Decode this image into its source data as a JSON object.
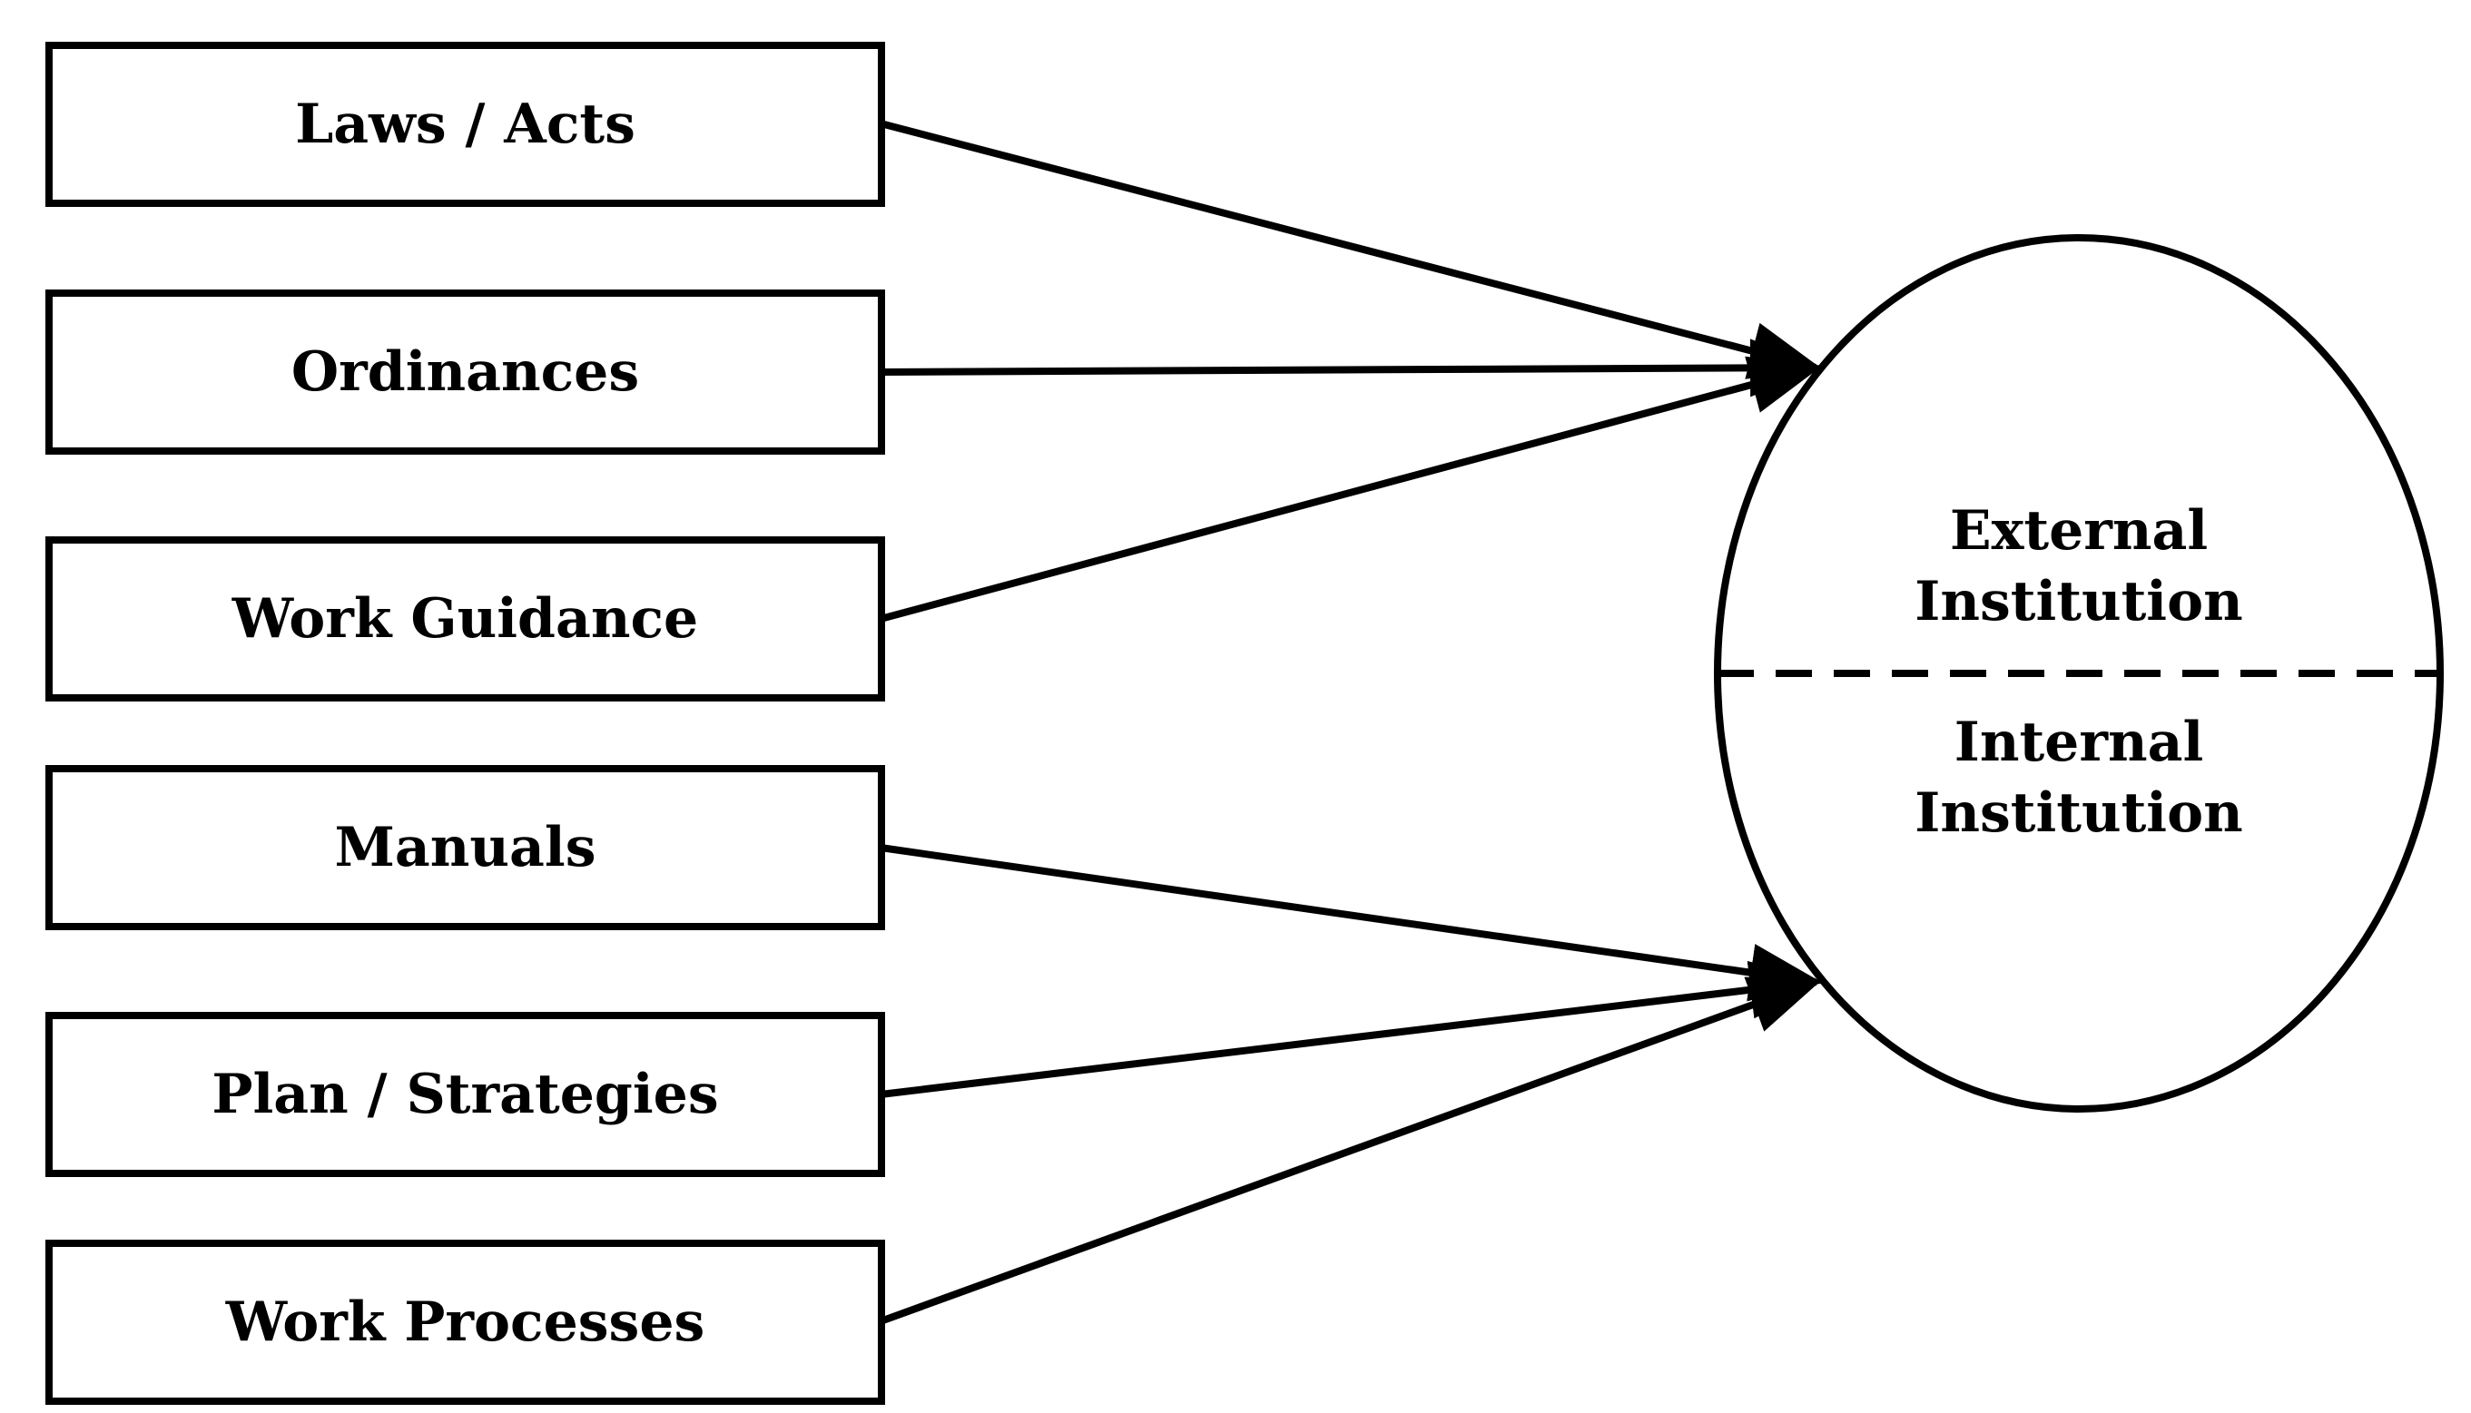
{
  "sources": [
    {
      "id": "laws",
      "label": "Laws / Acts",
      "target": "external"
    },
    {
      "id": "ordinances",
      "label": "Ordinances",
      "target": "external"
    },
    {
      "id": "work-guidance",
      "label": "Work Guidance",
      "target": "external"
    },
    {
      "id": "manuals",
      "label": "Manuals",
      "target": "internal"
    },
    {
      "id": "plan-strategies",
      "label": "Plan / Strategies",
      "target": "internal"
    },
    {
      "id": "work-processes",
      "label": "Work Processes",
      "target": "internal"
    }
  ],
  "institution": {
    "external": {
      "line1": "External",
      "line2": "Institution"
    },
    "internal": {
      "line1": "Internal",
      "line2": "Institution"
    }
  },
  "colors": {
    "stroke": "#000000",
    "background": "#ffffff"
  }
}
